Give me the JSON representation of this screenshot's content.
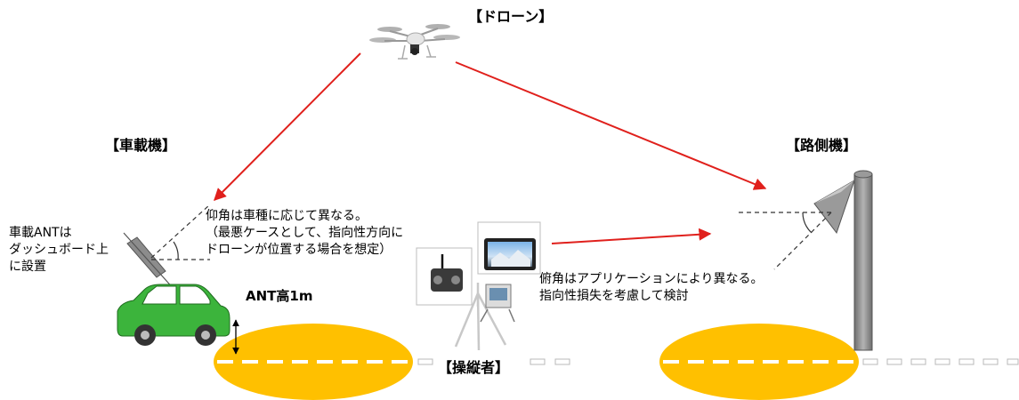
{
  "labels": {
    "drone": "【ドローン】",
    "vehicle_unit": "【車載機】",
    "roadside_unit": "【路側機】",
    "operator": "【操縦者】",
    "vehicle_ant_note": [
      "車載ANTは",
      "ダッシュボード上",
      "に設置"
    ],
    "elevation_note": [
      "仰角は車種に応じて異なる。",
      "（最悪ケースとして、指向性方向に",
      "ドローンが位置する場合を想定）"
    ],
    "depression_note": [
      "俯角はアプリケーションにより異なる。",
      "指向性損失を考慮して検討"
    ],
    "ant_height": "ANT高1m"
  },
  "colors": {
    "arrow": "#e0201c",
    "road_ellipse": "#ffc000",
    "car_body": "#3cb43c",
    "pole": "#8c8c8c"
  }
}
